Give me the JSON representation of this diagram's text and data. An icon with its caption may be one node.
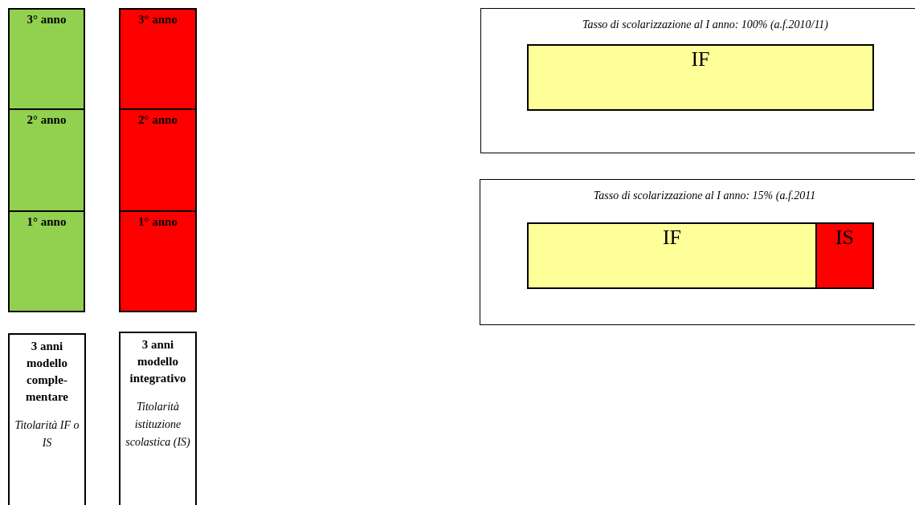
{
  "diagram": {
    "nodes": [
      {
        "text": [
          "3° anno"
        ]
      },
      {
        "text": [
          "2° anno"
        ]
      },
      {
        "text": [
          "1° anno"
        ]
      },
      {
        "text": [
          "3° anno"
        ]
      },
      {
        "text": [
          "2° anno"
        ]
      },
      {
        "text": [
          "1° anno"
        ]
      },
      {
        "text": [
          "3 anni modello comple- mentare",
          "Titolarità IF o IS"
        ]
      },
      {
        "text": [
          "3 anni modello integrativo",
          "Titolarità istituzione scolastica (IS)"
        ]
      },
      {
        "text": [
          "Tasso di scolarizzazione al I anno: 100% (a.f.2010/11)"
        ]
      },
      {
        "text": [
          "IF"
        ],
        "in": 8
      },
      {
        "text": [
          "Tasso di scolarizzazione al I anno: 15% (a.f.2011"
        ]
      },
      {
        "text": [
          "IF"
        ],
        "in": 10
      },
      {
        "text": [
          "IS"
        ],
        "in": 10
      }
    ]
  }
}
